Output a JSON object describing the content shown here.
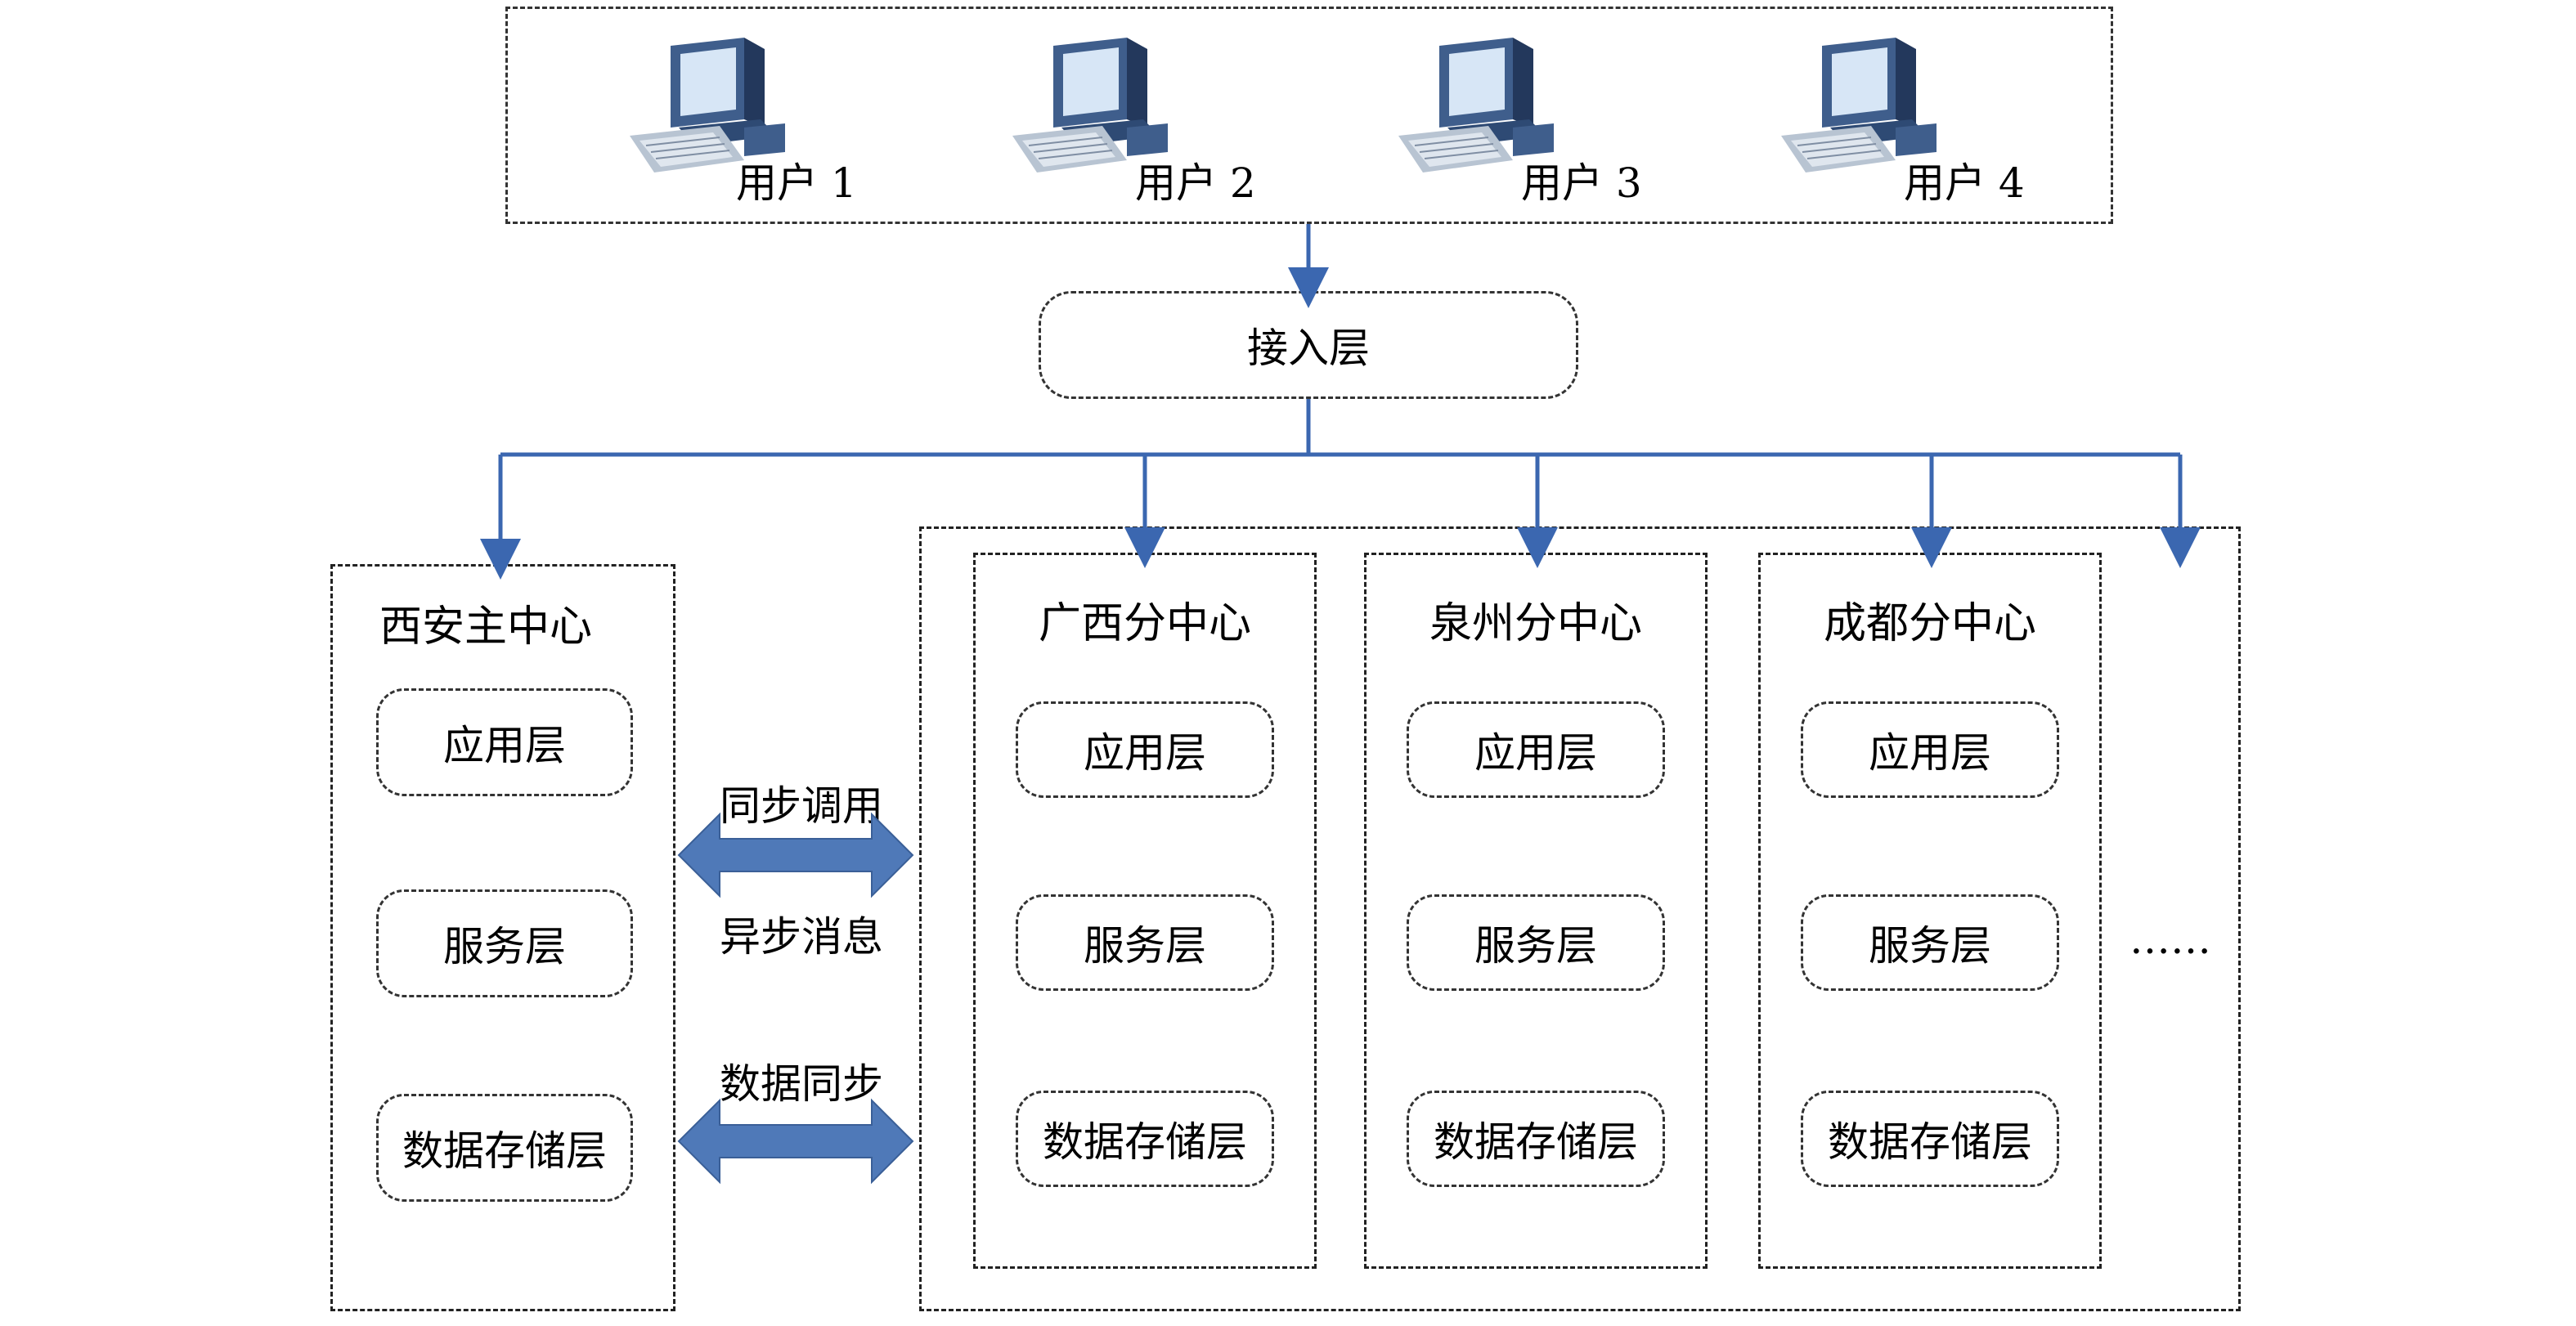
{
  "users": [
    {
      "label": "用户 1",
      "icon": "computer-icon"
    },
    {
      "label": "用户 2",
      "icon": "computer-icon"
    },
    {
      "label": "用户 3",
      "icon": "computer-icon"
    },
    {
      "label": "用户 4",
      "icon": "computer-icon"
    }
  ],
  "access_layer": "接入层",
  "main_center": {
    "title": "西安主中心",
    "layers": [
      "应用层",
      "服务层",
      "数据存储层"
    ]
  },
  "branches": [
    {
      "title": "广西分中心",
      "layers": [
        "应用层",
        "服务层",
        "数据存储层"
      ]
    },
    {
      "title": "泉州分中心",
      "layers": [
        "应用层",
        "服务层",
        "数据存储层"
      ]
    },
    {
      "title": "成都分中心",
      "layers": [
        "应用层",
        "服务层",
        "数据存储层"
      ]
    }
  ],
  "links": {
    "sync_call": "同步调用",
    "async_msg": "异步消息",
    "data_sync": "数据同步"
  },
  "ellipsis": "……",
  "colors": {
    "connector": "#3b67b0",
    "double_arrow": "#4f79b8",
    "box_border": "#333333"
  }
}
